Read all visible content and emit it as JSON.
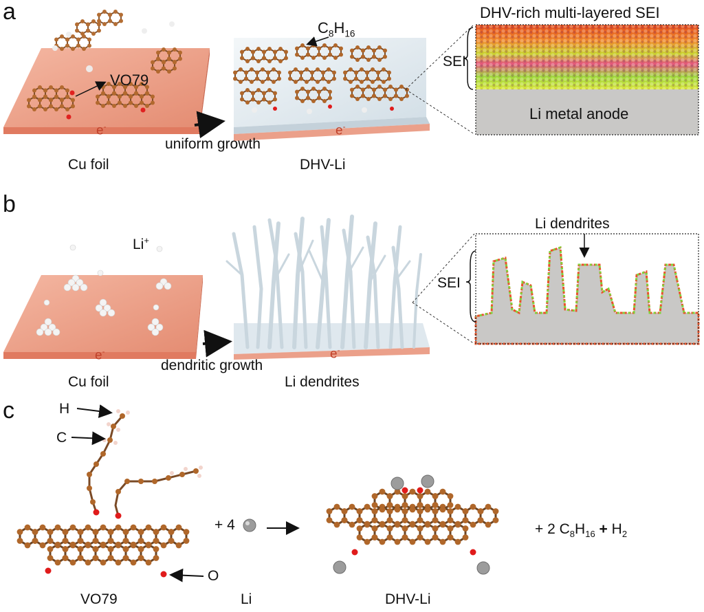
{
  "panels": {
    "a": {
      "letter": "a",
      "molecule_label": "VO79",
      "byproduct_label": "C",
      "byproduct_sub1": "8",
      "byproduct_h": "H",
      "byproduct_sub2": "16",
      "electron_left": "e",
      "electron_left_sup": "-",
      "electron_right": "e",
      "electron_right_sup": "-",
      "arrow_caption": "uniform growth",
      "left_caption": "Cu foil",
      "middle_caption": "DHV-Li",
      "inset_title": "DHV-rich multi-layered SEI",
      "inset_sei": "SEI",
      "inset_anode": "Li metal anode"
    },
    "b": {
      "letter": "b",
      "ion_label": "Li",
      "ion_sup": "+",
      "electron_left": "e",
      "electron_left_sup": "-",
      "electron_right": "e",
      "electron_right_sup": "-",
      "arrow_caption": "dendritic growth",
      "left_caption": "Cu foil",
      "middle_caption": "Li dendrites",
      "inset_title": "Li dendrites",
      "inset_sei": "SEI"
    },
    "c": {
      "letter": "c",
      "h_label": "H",
      "c_label": "C",
      "o_label": "O",
      "reactant_name": "VO79",
      "plus_li": "+ 4",
      "li_name": "Li",
      "product_name": "DHV-Li",
      "prod_plus": "+ 2 C",
      "prod_sub1": "8",
      "prod_h": "H",
      "prod_sub2": "16",
      "prod_plus2": "+",
      "prod_h2": "H",
      "prod_h2_sub": "2"
    }
  },
  "colors": {
    "copper": "#e8977e",
    "copper_dark": "#d7775d",
    "carbon": "#b0672a",
    "oxygen": "#e01b1b",
    "hydrogen": "#f2d4cc",
    "lithium": "#9a9a9a",
    "sei_grey": "#c8c7c5",
    "li_film": "#dfe8ee"
  }
}
